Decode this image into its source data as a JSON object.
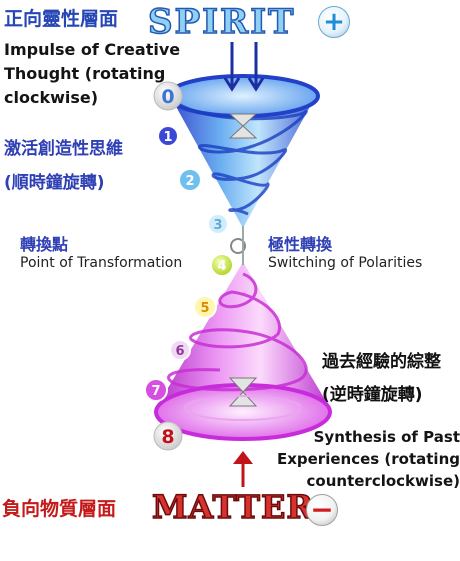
{
  "spirit": {
    "title_zh": "正向靈性層面",
    "word": "SPIRIT",
    "sign": "+"
  },
  "impulse_text": "Impulse of Creative Thought (rotating clockwise)",
  "impulse_zh": [
    "激活創造性思維",
    "(順時鐘旋轉)"
  ],
  "point_of_transformation": {
    "zh": "轉換點",
    "en": "Point of Transformation"
  },
  "switching": {
    "zh": "極性轉換",
    "en": "Switching of Polarities"
  },
  "past_zh": "過去經驗的綜整(逆時鐘旋轉)",
  "synthesis_text": "Synthesis of Past Experiences (rotating counterclockwise)",
  "matter": {
    "title_zh": "負向物質層面",
    "word": "MATTER",
    "sign": "−"
  },
  "markers": [
    "0",
    "1",
    "2",
    "3",
    "4",
    "5",
    "6",
    "7",
    "8"
  ],
  "colors": {
    "upper_cone": "#2f4fd6",
    "lower_cone": "#d23ee0",
    "arrow_blue": "#1b2fa3",
    "arrow_red": "#c0141a"
  }
}
